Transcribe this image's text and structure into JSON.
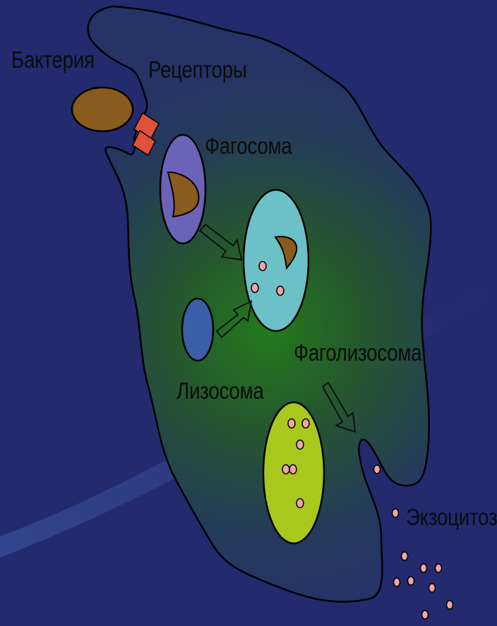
{
  "labels": {
    "bacteria": "Бактерия",
    "receptors": "Рецепторы",
    "phagosome": "Фагосома",
    "lysosome": "Лизосома",
    "phagolysosome": "Фаголизосома",
    "exocytosis": "Экзоцитоз"
  },
  "colors": {
    "background": "#232a6e",
    "cell_center": "#237a1c",
    "cell_edge": "#243564",
    "bacteria": "#8a5a1e",
    "receptor": "#e0513a",
    "phagosome": "#6b63b8",
    "lysosome": "#3a5fa8",
    "phagolysosome": "#6cc0c8",
    "residual_body": "#a8c81e",
    "enzyme_granule": "#f2a4a4"
  }
}
